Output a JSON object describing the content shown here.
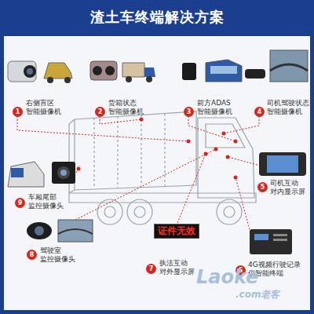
{
  "diagram": {
    "title": "渣土车终端解决方案",
    "nodes": [
      {
        "text": [
          "证件无效"
        ]
      }
    ],
    "labels": [
      "1",
      "右侧盲区 智能摄像机",
      "2",
      "货箱状态 智能摄像机",
      "3",
      "前方ADAS 智能摄像机",
      "4",
      "司机驾驶状态 智能摄像机",
      "9",
      "车厢尾部 监控摄像头",
      "5",
      "司机互动 对内显示屏",
      "8",
      "驾驶室 监控摄像头",
      "7",
      "执法互动 对外显示屏",
      "6",
      "4G视频行驶记录 仪智能终端",
      "Laoke",
      ".com老客"
    ]
  }
}
